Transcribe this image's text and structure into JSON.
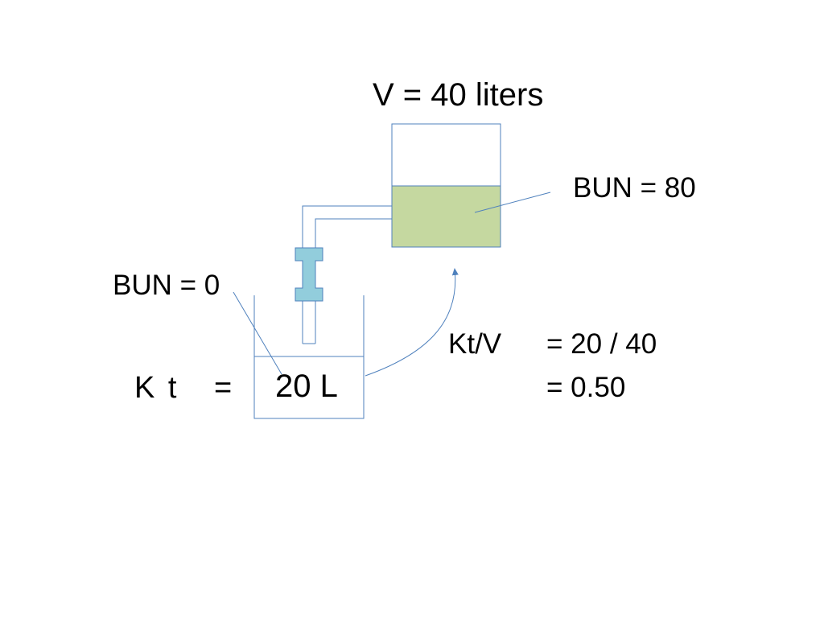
{
  "tank": {
    "volume_label": "V = 40 liters",
    "bun_label": "BUN = 80",
    "fluid_color": "#c5d8a0"
  },
  "dialysate": {
    "bun_label": "BUN = 0",
    "clearance_label": "K  t",
    "equals": "=",
    "volume_label": "20 L"
  },
  "dialyzer": {
    "color": "#92cddc"
  },
  "formula": {
    "lhs": "Kt/V",
    "step1": "= 20 / 40",
    "step2": "= 0.50"
  },
  "colors": {
    "line": "#4f81bd"
  }
}
